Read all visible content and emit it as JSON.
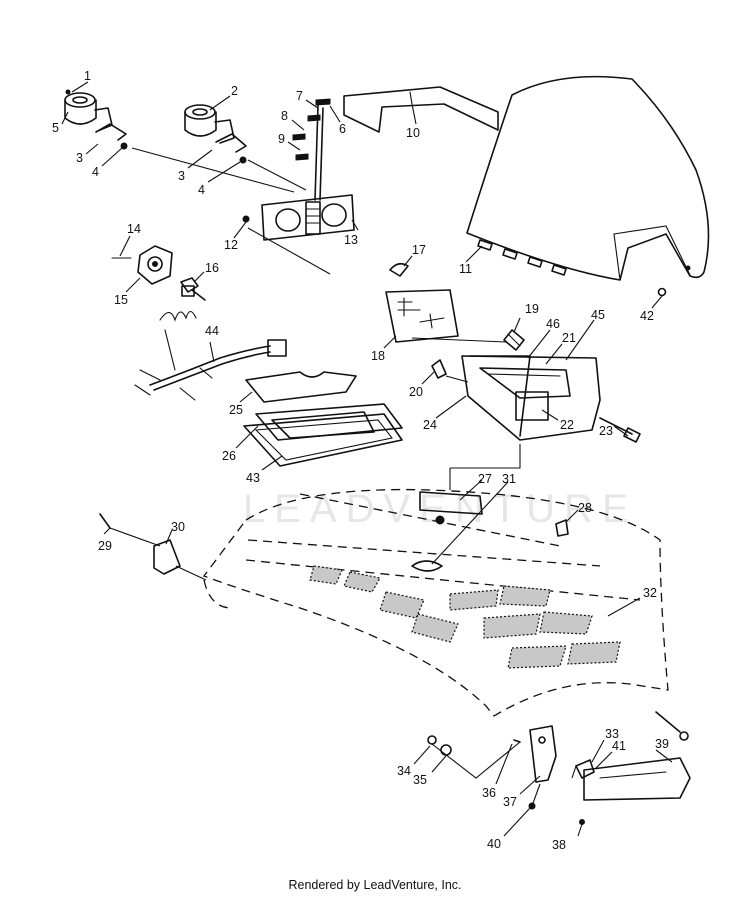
{
  "watermark": "LEADVENTURE",
  "footer": {
    "credit": "Rendered by LeadVenture, Inc."
  },
  "callouts": {
    "n1": "1",
    "n2": "2",
    "n3a": "3",
    "n3b": "3",
    "n4a": "4",
    "n4b": "4",
    "n5": "5",
    "n6": "6",
    "n7": "7",
    "n8": "8",
    "n9": "9",
    "n10": "10",
    "n11": "11",
    "n12": "12",
    "n13": "13",
    "n14": "14",
    "n15": "15",
    "n16": "16",
    "n17": "17",
    "n18": "18",
    "n19": "19",
    "n20": "20",
    "n21": "21",
    "n22": "22",
    "n23": "23",
    "n24": "24",
    "n25": "25",
    "n26": "26",
    "n27": "27",
    "n28": "28",
    "n29": "29",
    "n30": "30",
    "n31": "31",
    "n32": "32",
    "n33": "33",
    "n34": "34",
    "n35": "35",
    "n36": "36",
    "n37": "37",
    "n38": "38",
    "n39": "39",
    "n40": "40",
    "n41": "41",
    "n42": "42",
    "n43": "43",
    "n44": "44",
    "n45": "45",
    "n46": "46"
  }
}
